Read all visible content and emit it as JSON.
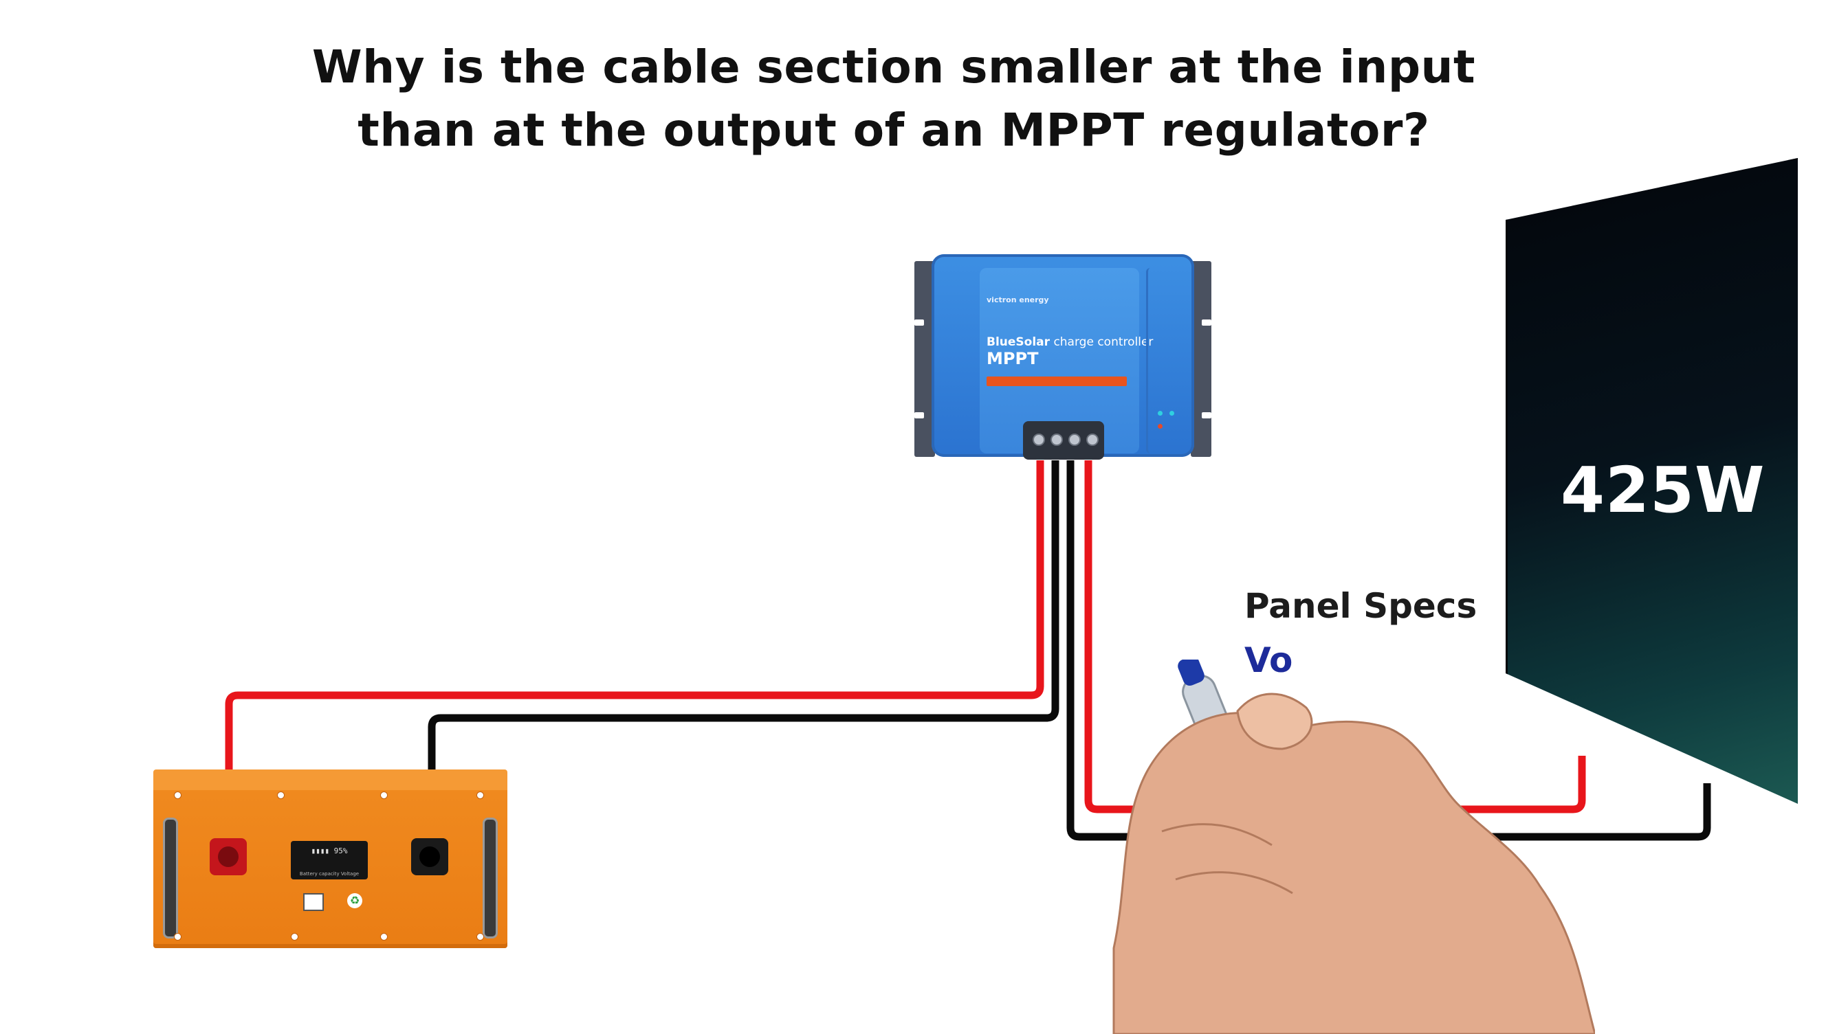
{
  "title": {
    "line1": "Why is the cable section smaller at the input",
    "line2": "than at the output of an MPPT regulator?"
  },
  "controller": {
    "brand": "victron energy",
    "product": "BlueSolar",
    "product_suffix": "charge controller",
    "model": "MPPT"
  },
  "solar_panel": {
    "power_label": "425W"
  },
  "annotation": {
    "heading": "Panel Specs",
    "partial_text": "Vo"
  },
  "battery": {
    "display_line": "▮▮▮▮ 95%",
    "display_caption": "Battery capacity Voltage"
  },
  "colors": {
    "positive_wire": "#e8151b",
    "negative_wire": "#0a0a0a",
    "controller_blue": "#3a86dc",
    "battery_orange": "#ea7d14",
    "annotation_blue": "#1d2b9a"
  }
}
